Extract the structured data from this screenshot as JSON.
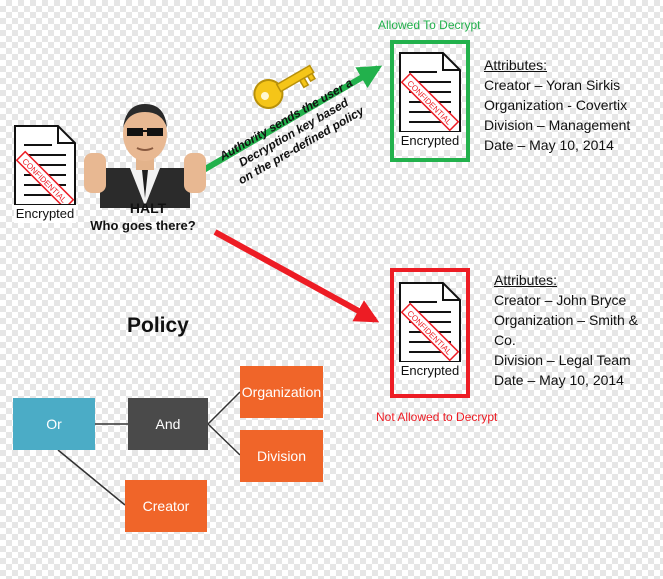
{
  "green_label": "Allowed To Decrypt",
  "red_label": "Not Allowed to Decrypt",
  "arrow_text": {
    "line1": "Authority sends the user a",
    "line2": "Decryption key based",
    "line3": "on the pre-defined policy"
  },
  "halt": "HALT",
  "who_goes_there": "Who goes there?",
  "doc_text": "CONFIDENTIAL",
  "encrypted": "Encrypted",
  "attributes_allowed": {
    "heading": "Attributes:",
    "lines": [
      "Creator – Yoran Sirkis",
      "Organization - Covertix",
      "Division – Management",
      "Date – May 10, 2014"
    ]
  },
  "attributes_denied": {
    "heading": "Attributes:",
    "lines": [
      "Creator – John Bryce",
      "Organization – Smith & Co.",
      "Division – Legal Team",
      "Date – May 10, 2014"
    ]
  },
  "policy": {
    "title": "Policy",
    "or": "Or",
    "and": "And",
    "organization": "Organization",
    "division": "Division",
    "creator": "Creator"
  },
  "colors": {
    "green": "#22b14c",
    "red": "#ed1c24",
    "orange": "#f06529",
    "teal": "#4bacc6",
    "dark": "#4a4a4a"
  }
}
